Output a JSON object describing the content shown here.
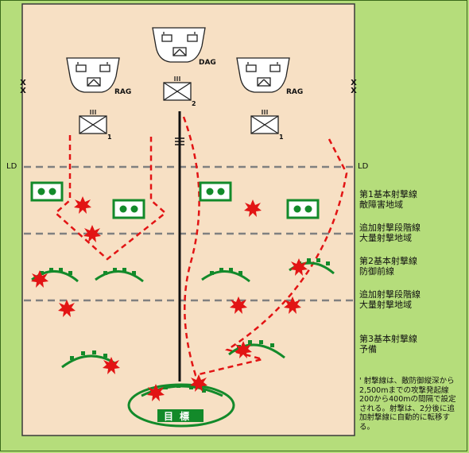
{
  "colors": {
    "background": "#b5dd7b",
    "field": "#f7e0c4",
    "phase_line": "#808080",
    "obstacle": "#138a2a",
    "fire_line": "#e21414",
    "burst": "#e21414"
  },
  "units": {
    "dag_label": "DAG",
    "rag_left_label": "RAG",
    "rag_right_label": "RAG",
    "battalion_left_number": "1",
    "battalion_center_number": "2",
    "battalion_right_number": "1"
  },
  "map_labels": {
    "ld_left": "LD",
    "ld_right": "LD",
    "flank_left": "X X",
    "flank_right": "X X",
    "target": "目標"
  },
  "lines": [
    {
      "id": "line1",
      "title": "第1基本射撃線",
      "sub": "敵障害地域"
    },
    {
      "id": "add1",
      "title": "追加射撃段階線",
      "sub": "大量射撃地域"
    },
    {
      "id": "line2",
      "title": "第2基本射撃線",
      "sub": "防御前線"
    },
    {
      "id": "add2",
      "title": "追加射撃段階線",
      "sub": "大量射撃地域"
    },
    {
      "id": "line3",
      "title": "第3基本射撃線",
      "sub": "予備"
    }
  ],
  "footnote": "' 射撃線は、敵防御縦深から2,500mまでの攻撃発起線200から400mの間隔で設定される。射撃は、2分後に追加射撃線に自動的に転移する。"
}
